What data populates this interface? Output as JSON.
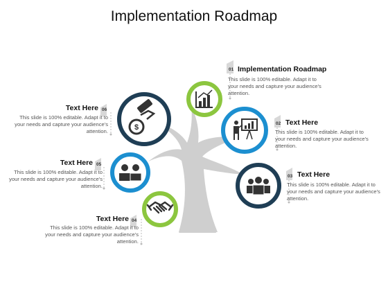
{
  "title": "Implementation Roadmap",
  "colors": {
    "navy": "#1f3e55",
    "blue": "#1c8fd0",
    "green": "#8cc63f",
    "tree": "#cfcfcf",
    "icon": "#333333"
  },
  "items": [
    {
      "number": "01",
      "heading": "Implementation Roadmap",
      "body": "This slide is 100% editable. Adapt it to your needs and capture your audience's attention.",
      "icon": "bar-chart-icon"
    },
    {
      "number": "02",
      "heading": "Text Here",
      "body": "This slide is 100% editable. Adapt it to your needs and capture your audience's attention.",
      "icon": "presentation-board-icon"
    },
    {
      "number": "03",
      "heading": "Text Here",
      "body": "This slide is 100% editable. Adapt it to your needs and capture your audience's attention.",
      "icon": "team-group-icon"
    },
    {
      "number": "04",
      "heading": "Text Here",
      "body": "This slide is 100% editable. Adapt it to your needs and capture your audience's attention.",
      "icon": "handshake-icon"
    },
    {
      "number": "05",
      "heading": "Text Here",
      "body": "This slide is 100% editable. Adapt it to your needs and capture your audience's attention.",
      "icon": "people-pair-icon"
    },
    {
      "number": "06",
      "heading": "Text Here",
      "body": "This slide is 100% editable. Adapt it to your needs and capture your audience's attention.",
      "icon": "hand-money-icon"
    }
  ]
}
